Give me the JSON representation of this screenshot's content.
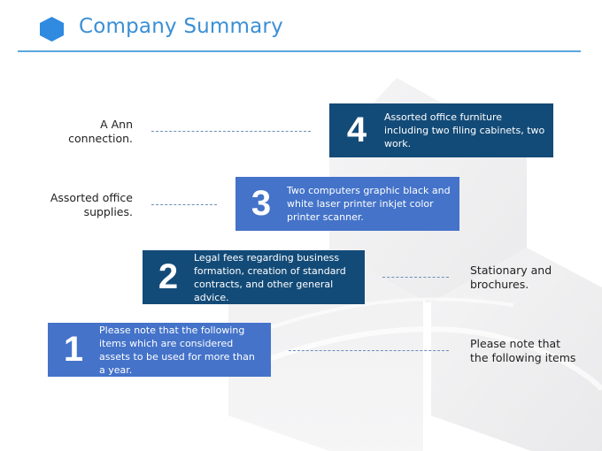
{
  "header": {
    "title": "Company Summary",
    "icon": "hexagon-icon",
    "accent_color": "#3b8fd6"
  },
  "colors": {
    "dark_box": "#134b78",
    "light_box": "#4473c9",
    "rule": "#5aa6dd"
  },
  "steps": [
    {
      "number": "1",
      "text": "Please note that the following items which are considered assets to be used for more than a year.",
      "label": "Please note that the following items",
      "style": "light"
    },
    {
      "number": "2",
      "text": "Legal fees regarding business formation, creation of standard contracts, and other general advice.",
      "label": "Stationary and brochures.",
      "style": "dark"
    },
    {
      "number": "3",
      "text": "Two computers graphic black and white laser printer inkjet color printer scanner.",
      "label": "Assorted office supplies.",
      "style": "light"
    },
    {
      "number": "4",
      "text": "Assorted office furniture including two filing cabinets, two work.",
      "label": "A Ann connection.",
      "style": "dark"
    }
  ]
}
